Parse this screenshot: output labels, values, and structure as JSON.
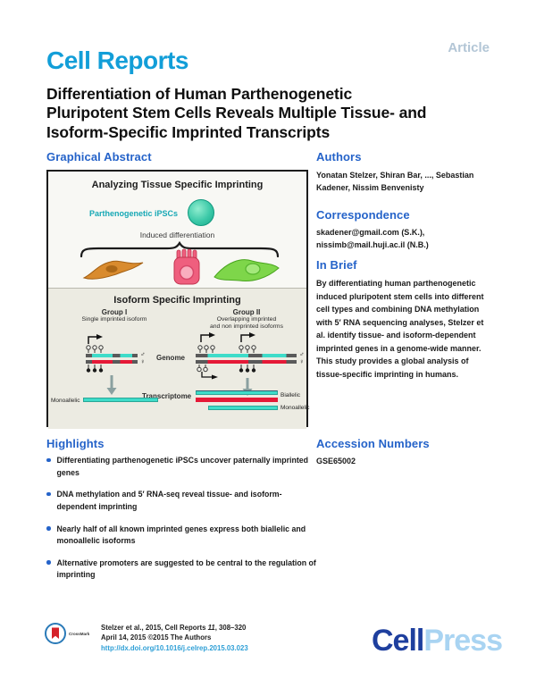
{
  "colors": {
    "heading_blue": "#2563c9",
    "logo_blue": "#129ed8",
    "article_gray": "#b3c6d6",
    "link_blue": "#2e9fd6",
    "cell_navy": "#1e3f9e",
    "press_light": "#a9d4f2",
    "teal": "#3edcc9",
    "allele_red": "#e51937",
    "seg_dark": "#5a5a5a"
  },
  "header": {
    "journal": "Cell Reports",
    "article_type": "Article",
    "title_lines": [
      "Differentiation of Human Parthenogenetic",
      "Pluripotent Stem Cells Reveals Multiple Tissue- and",
      "Isoform-Specific Imprinted Transcripts"
    ]
  },
  "graphical_abstract": {
    "heading": "Graphical Abstract",
    "top_panel": {
      "title": "Analyzing Tissue Specific Imprinting",
      "cell_label": "Parthenogenetic iPSCs",
      "arrow_label": "Induced differentiation"
    },
    "bottom_panel": {
      "title": "Isoform Specific Imprinting",
      "group1_name": "Group I",
      "group1_desc": "Single imprinted isoform",
      "group2_name": "Group II",
      "group2_desc_line1": "Overlapping imprinted",
      "group2_desc_line2": "and non imprinted isoforms",
      "genome_label": "Genome",
      "transcriptome_label": "Transcriptome",
      "male_symbol": "♂",
      "female_symbol": "♀",
      "monoallelic_left": "Monoallelic",
      "biallelic_right": "Biallelic",
      "monoallelic_right": "Monoallelic"
    }
  },
  "authors": {
    "heading": "Authors",
    "names": "Yonatan Stelzer, Shiran Bar, ..., Sebastian Kadener, Nissim Benvenisty"
  },
  "correspondence": {
    "heading": "Correspondence",
    "emails": "skadener@gmail.com (S.K.), nissimb@mail.huji.ac.il (N.B.)"
  },
  "in_brief": {
    "heading": "In Brief",
    "text": "By differentiating human parthenogenetic induced pluripotent stem cells into different cell types and combining DNA methylation with 5′ RNA sequencing analyses, Stelzer et al. identify tissue- and isoform-dependent imprinted genes in a genome-wide manner. This study provides a global analysis of tissue-specific imprinting in humans."
  },
  "accession": {
    "heading": "Accession Numbers",
    "value": "GSE65002"
  },
  "highlights": {
    "heading": "Highlights",
    "items": [
      "Differentiating parthenogenetic iPSCs uncover paternally imprinted genes",
      "DNA methylation and 5′ RNA-seq reveal tissue- and isoform-dependent imprinting",
      "Nearly half of all known imprinted genes express both biallelic and monoallelic isoforms",
      "Alternative promoters are suggested to be central to the regulation of imprinting"
    ]
  },
  "footer": {
    "crossmark_label": "CrossMark",
    "citation_pre": "Stelzer et al., 2015, Cell Reports ",
    "citation_volume": "11",
    "citation_pages": ", 308–320",
    "citation_line2": "April 14, 2015 ©2015 The Authors",
    "doi": "http://dx.doi.org/10.1016/j.celrep.2015.03.023",
    "publisher_cell": "Cell",
    "publisher_press": "Press"
  }
}
